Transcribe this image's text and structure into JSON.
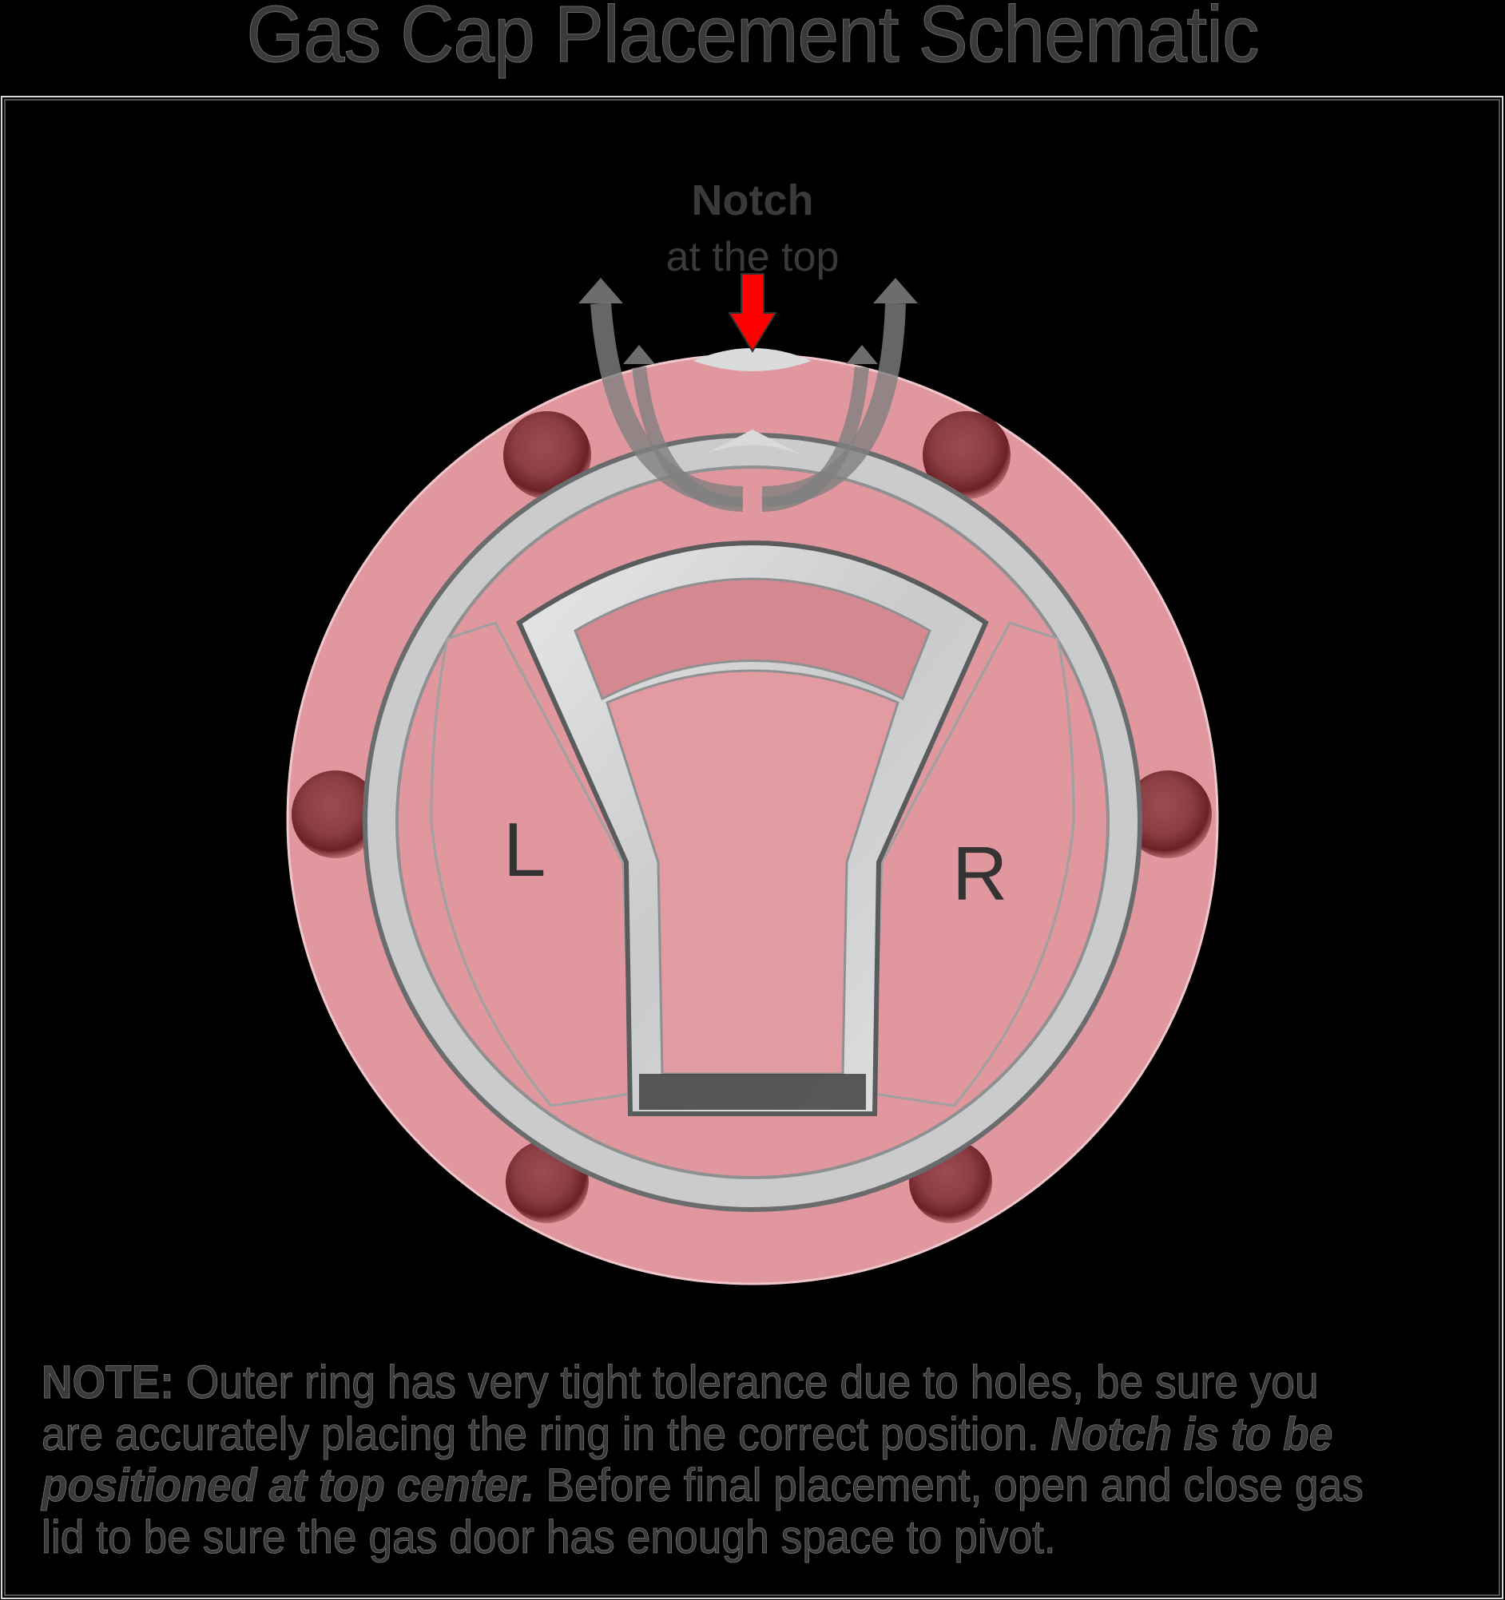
{
  "title": "Gas Cap Placement Schematic",
  "callout": {
    "heading": "Notch",
    "subheading": "at the top",
    "arrow_color": "#ff0000"
  },
  "side_labels": {
    "left": "L",
    "right": "R"
  },
  "colors": {
    "background": "#000000",
    "ring_fill": "#e0979e",
    "hole_fill": "#7a2a2e",
    "metal": "#d4d6d8",
    "text": "#3a3a3a",
    "rotation_arrows": "#808080"
  },
  "note": {
    "prefix": "NOTE:",
    "text_1": " Outer ring has very tight tolerance due to holes, be sure you are accurately placing the ring in the correct position. ",
    "emphasis": "Notch is to be positioned at top center.",
    "text_2": " Before final placement, open and close gas lid to be sure the gas door has enough space to pivot."
  }
}
